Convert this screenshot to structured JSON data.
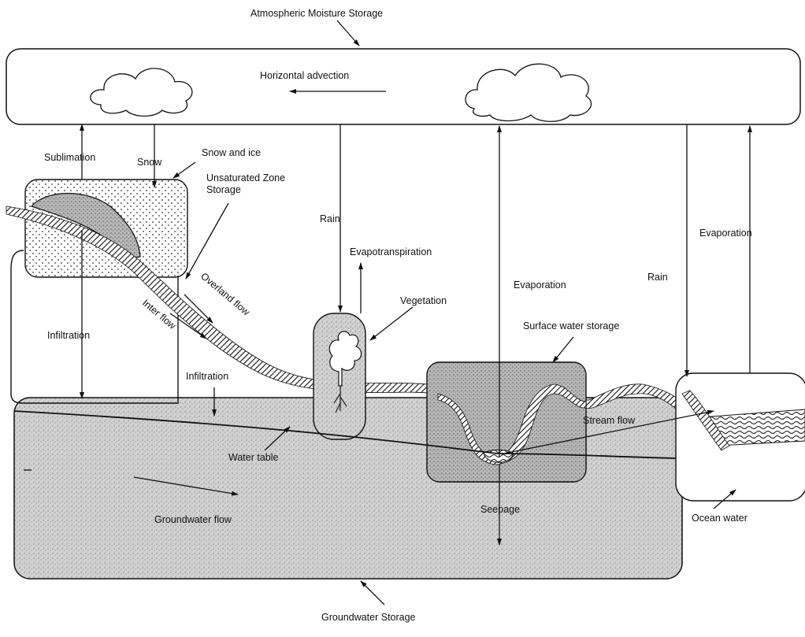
{
  "diagram": {
    "labels": {
      "atmospheric_storage": "Atmospheric Moisture Storage",
      "horizontal_advection": "Horizontal advection",
      "sublimation": "Sublimation",
      "snow": "Snow",
      "snow_and_ice": "Snow and ice",
      "unsaturated_zone_storage_line1": "Unsaturated Zone",
      "unsaturated_zone_storage_line2": "Storage",
      "rain_left": "Rain",
      "evapotranspiration": "Evapotranspiration",
      "vegetation": "Vegetation",
      "evaporation_center": "Evaporation",
      "rain_right": "Rain",
      "evaporation_right": "Evaporation",
      "overland_flow": "Overland flow",
      "interflow": "Inter flow",
      "infiltration_left": "Infiltration",
      "infiltration_center": "Infiltration",
      "surface_water_storage": "Surface water storage",
      "stream_flow": "Stream flow",
      "water_table": "Water table",
      "groundwater_flow": "Groundwater flow",
      "seepage": "Seepage",
      "ocean_water": "Ocean water",
      "groundwater_storage": "Groundwater Storage"
    }
  }
}
